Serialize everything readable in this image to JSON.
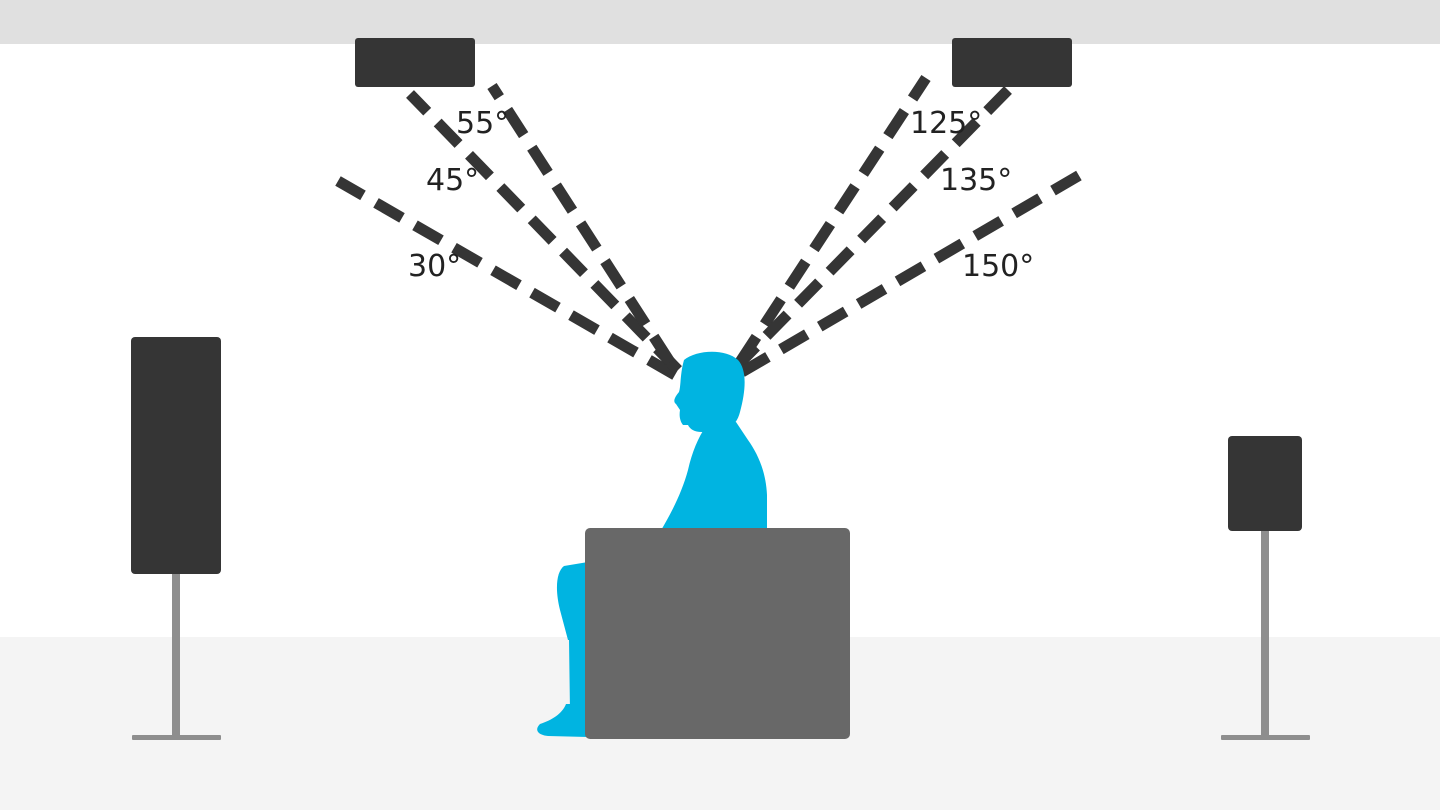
{
  "colors": {
    "ceiling": "#e0e0e0",
    "wall": "#ffffff",
    "floor": "#f4f4f4",
    "speaker": "#353535",
    "stand": "#8e8e8e",
    "listener": "#00b4e1",
    "seat": "#686868",
    "dash": "#353535",
    "text": "#222222"
  },
  "angles": {
    "left_speaker": {
      "a30": "30°",
      "a45": "45°",
      "a55": "55°"
    },
    "right_speaker": {
      "a125": "125°",
      "a135": "135°",
      "a150": "150°"
    }
  },
  "icons": {
    "listener": "seated-person-silhouette",
    "speakers": "loudspeaker-box"
  }
}
